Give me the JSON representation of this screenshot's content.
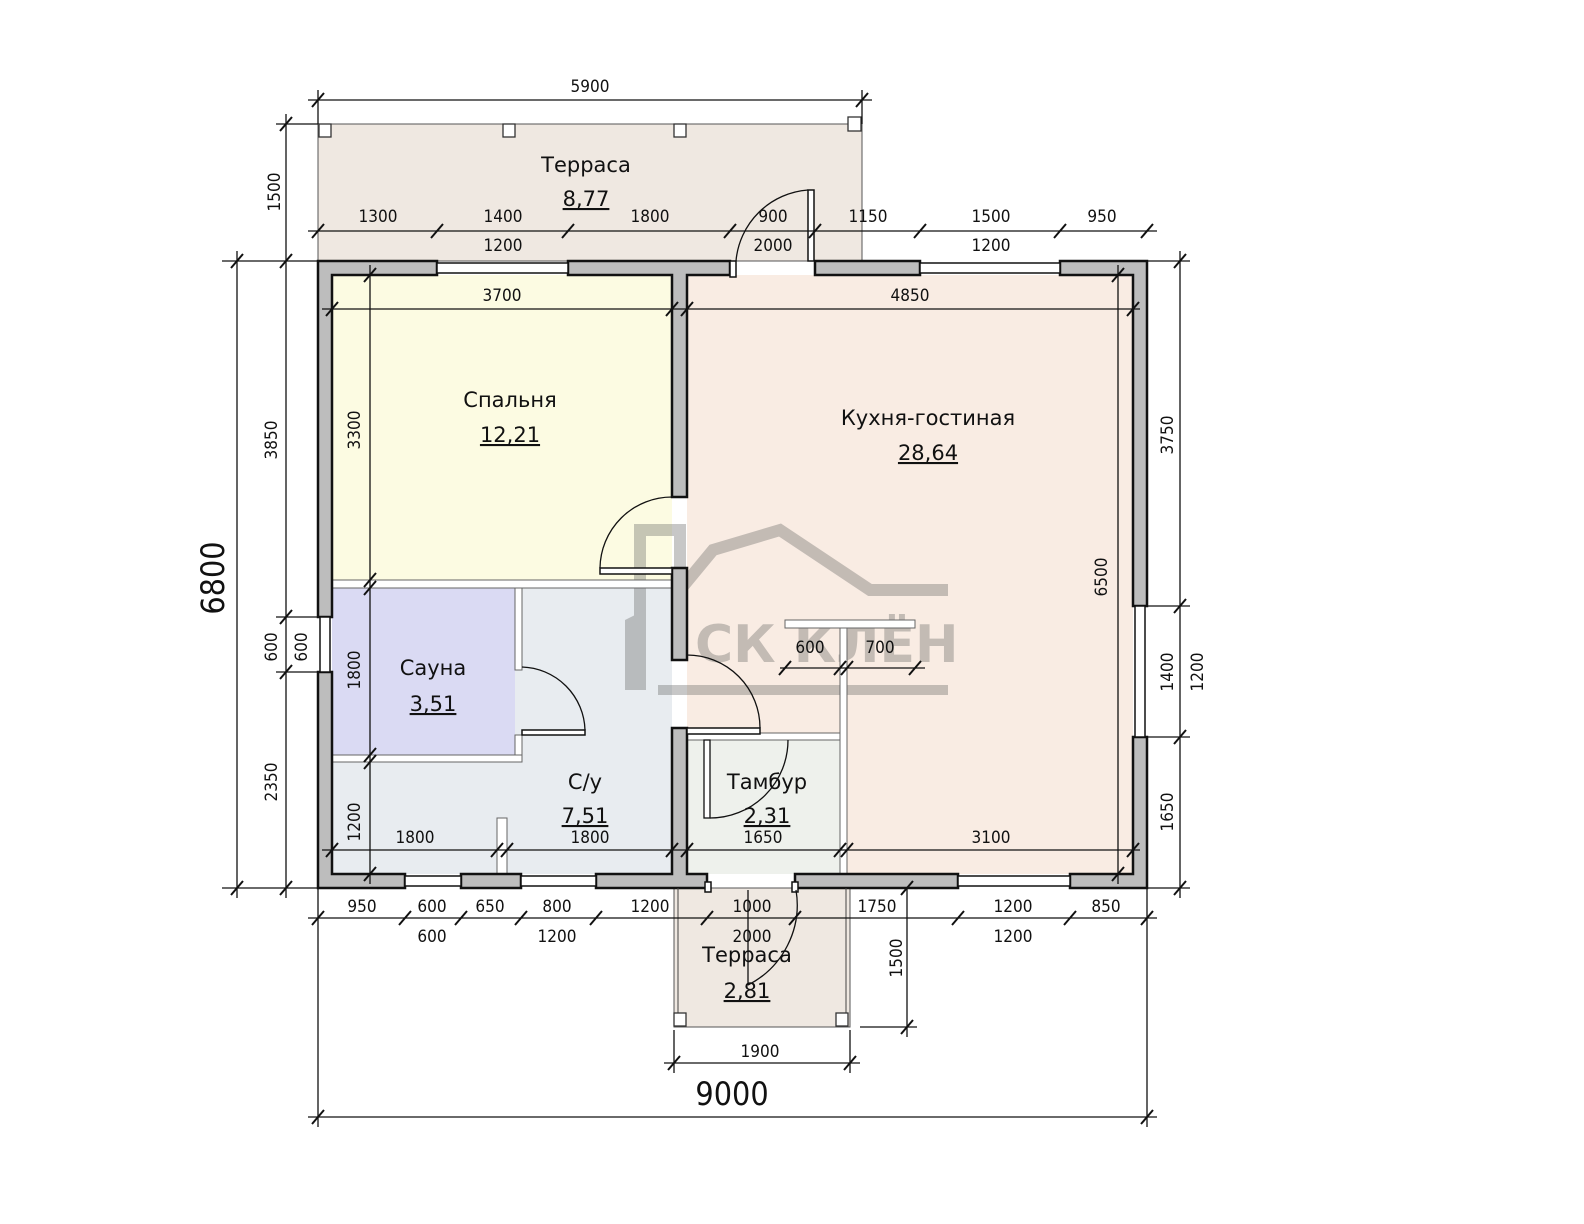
{
  "rooms": [
    {
      "name": "Терраса",
      "area": "8,77"
    },
    {
      "name": "Спальня",
      "area": "12,21"
    },
    {
      "name": "Кухня-гостиная",
      "area": "28,64"
    },
    {
      "name": "Сауна",
      "area": "3,51"
    },
    {
      "name": "С/у",
      "area": "7,51"
    },
    {
      "name": "Тамбур",
      "area": "2,31"
    },
    {
      "name": "Терраса",
      "area": "2,81"
    }
  ],
  "dimensions": {
    "overall_width": "9000",
    "overall_height": "6800",
    "labels": [
      "5900",
      "1500",
      "1300",
      "1400",
      "1800",
      "900",
      "1150",
      "1500",
      "950",
      "1200",
      "2000",
      "1200",
      "3700",
      "4850",
      "3850",
      "600",
      "600",
      "2350",
      "3300",
      "1800",
      "1200",
      "3750",
      "1400",
      "1200",
      "1650",
      "6500",
      "600",
      "700",
      "1800",
      "1800",
      "1650",
      "3100",
      "950",
      "600",
      "650",
      "800",
      "1200",
      "1000",
      "1750",
      "1200",
      "850",
      "600",
      "1200",
      "2000",
      "1200",
      "1500",
      "1900"
    ]
  },
  "watermark": "СК КЛЁН",
  "colors": {
    "terrace": "#efe8e1",
    "bedroom": "#fcfbe2",
    "kitchen": "#f9ece3",
    "sauna": "#dadaf3",
    "bathroom": "#e8ecf0",
    "vestibule": "#eef1ec",
    "wall": "#bdbdbd"
  }
}
